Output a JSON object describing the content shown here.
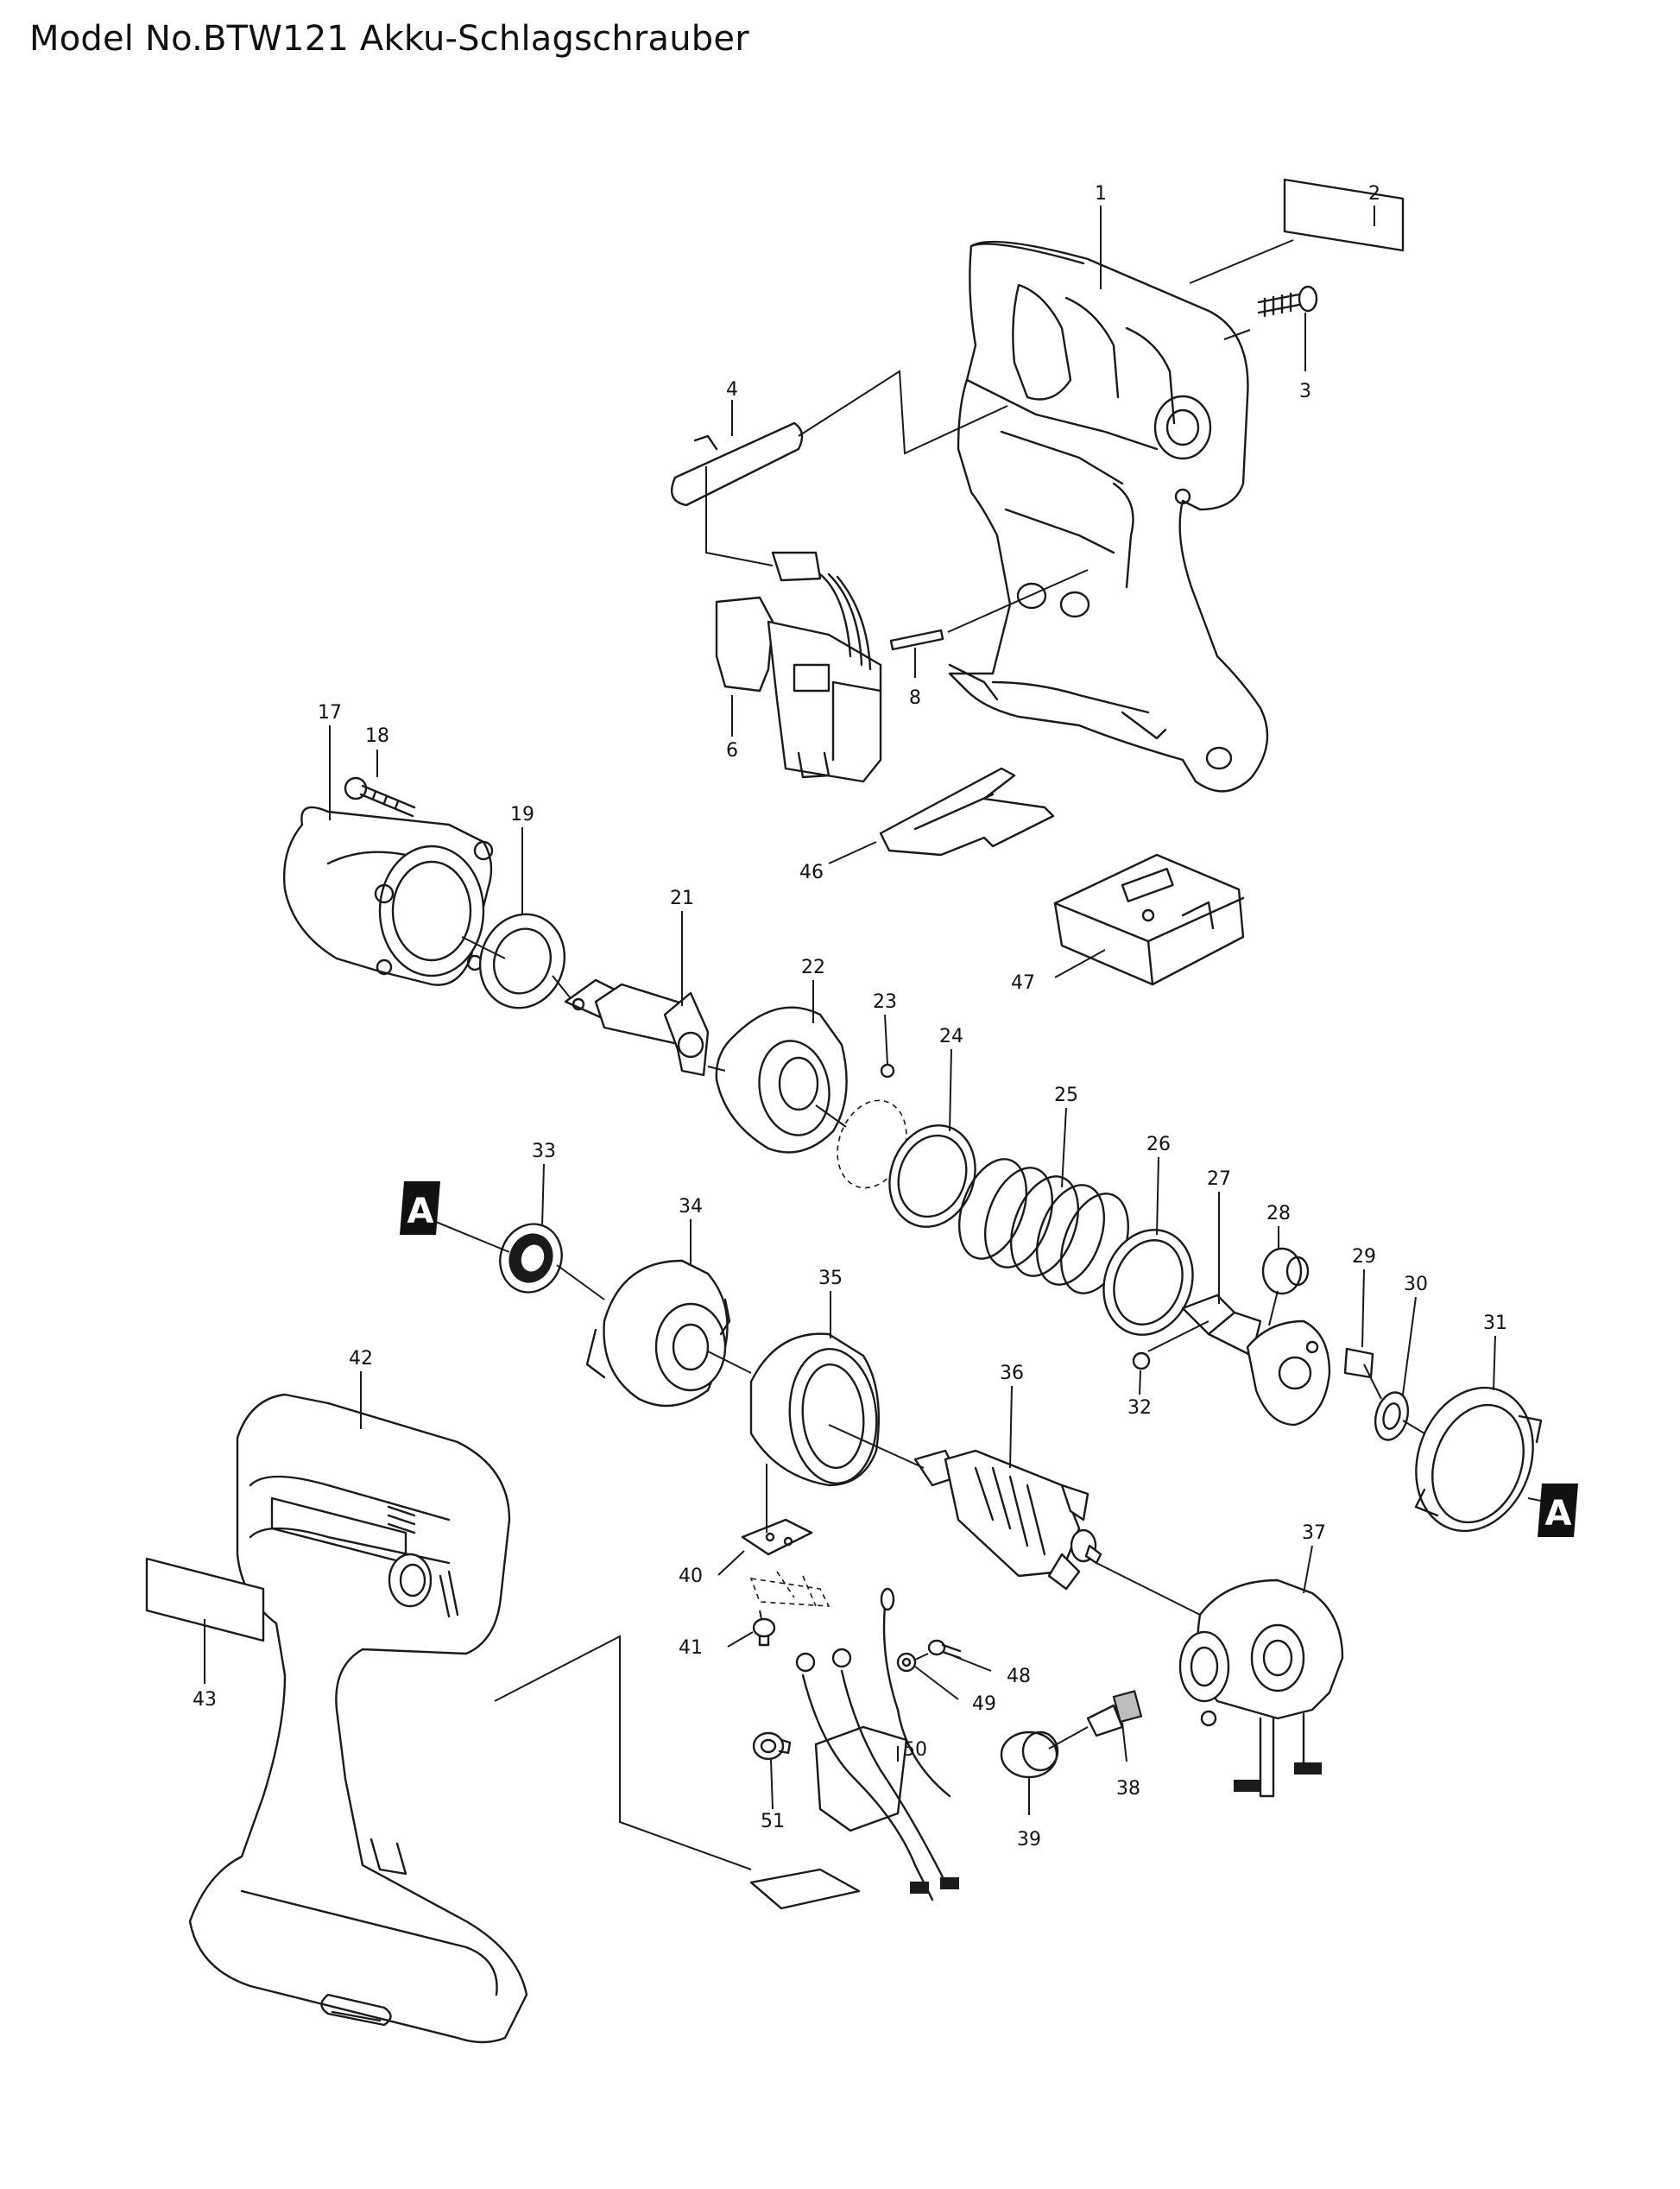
{
  "title": "Model No.BTW121 Akku-Schlagschrauber",
  "reference_marker": "A",
  "callouts": [
    "1",
    "2",
    "3",
    "4",
    "6",
    "8",
    "17",
    "18",
    "19",
    "21",
    "22",
    "23",
    "24",
    "25",
    "26",
    "27",
    "28",
    "29",
    "30",
    "31",
    "32",
    "33",
    "34",
    "35",
    "36",
    "37",
    "38",
    "39",
    "40",
    "41",
    "42",
    "43",
    "46",
    "47",
    "48",
    "49",
    "50",
    "51"
  ]
}
